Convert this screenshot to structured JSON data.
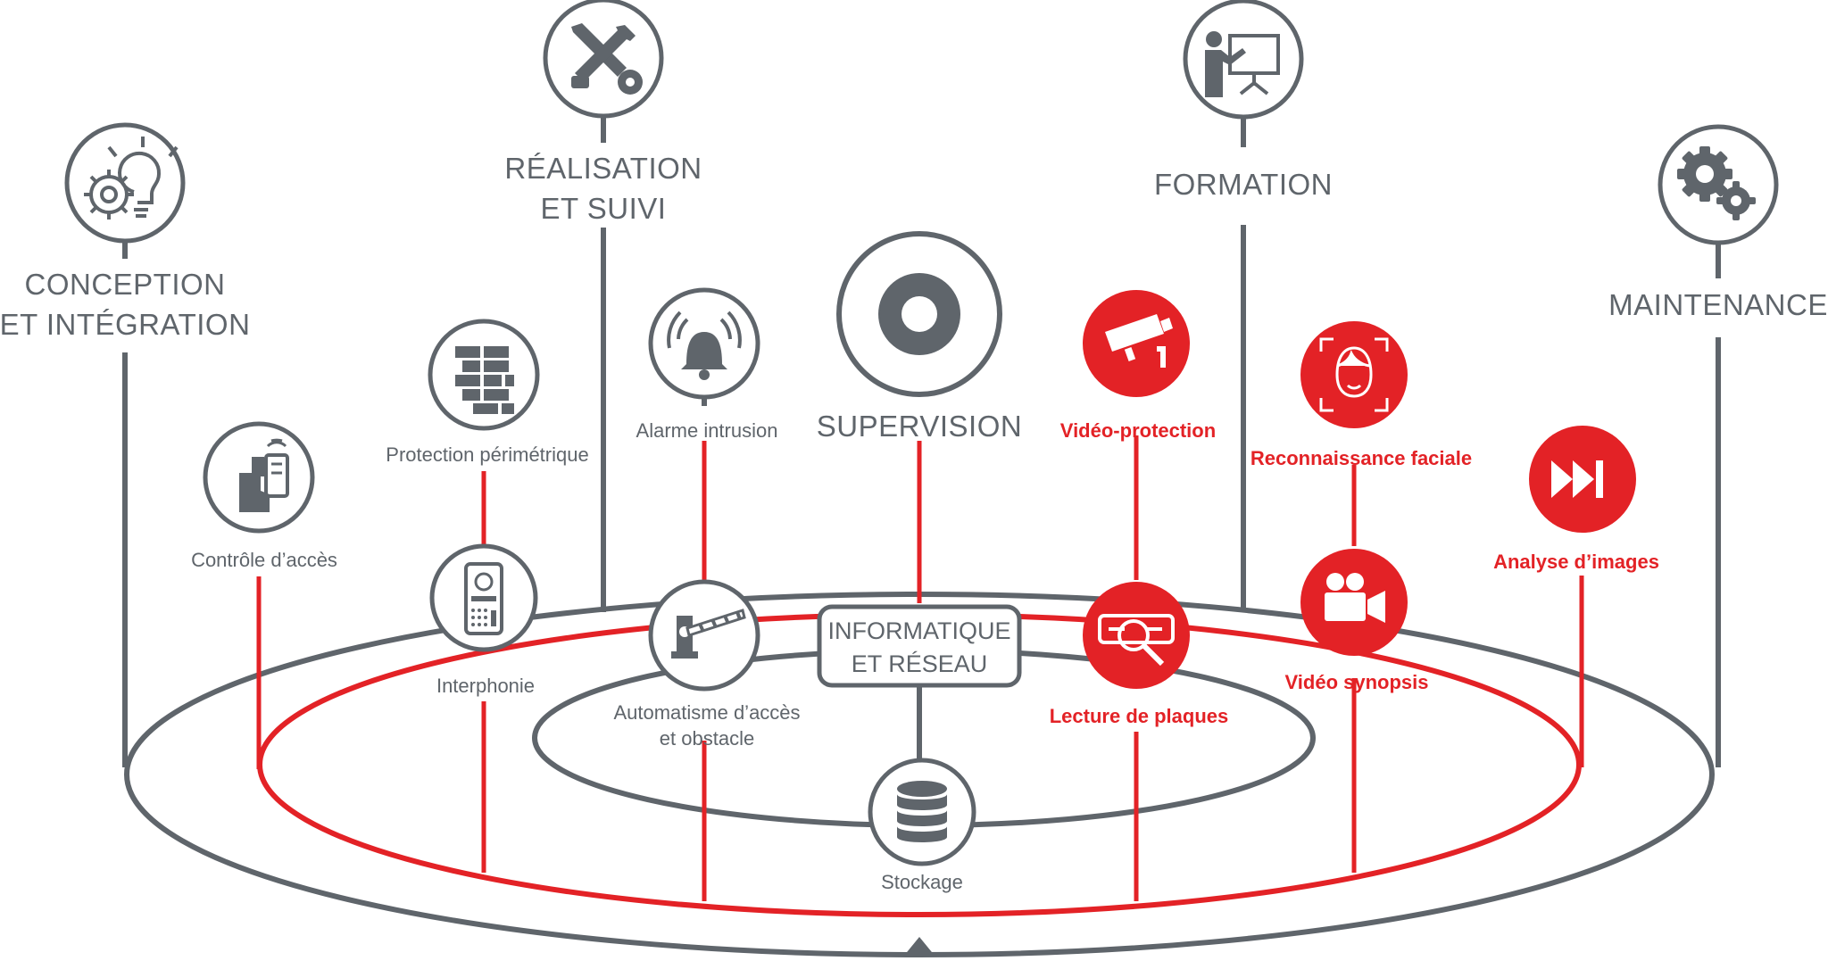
{
  "colors": {
    "grey": "#5f656b",
    "red": "#e32226",
    "white": "#ffffff"
  },
  "services": {
    "conception": {
      "line1": "CONCEPTION",
      "line2": "ET INTÉGRATION",
      "icon": "gears-lightbulb-icon"
    },
    "realisation": {
      "line1": "RÉALISATION",
      "line2": "ET SUIVI",
      "icon": "wrench-screwdriver-icon"
    },
    "formation": {
      "label": "FORMATION",
      "icon": "presenter-board-icon"
    },
    "maintenance": {
      "label": "MAINTENANCE",
      "icon": "gears-icon"
    }
  },
  "center": {
    "supervision": {
      "label": "SUPERVISION",
      "icon": "target-icon"
    },
    "network": {
      "line1": "INFORMATIQUE",
      "line2": "ET RÉSEAU"
    },
    "storage": {
      "label": "Stockage",
      "icon": "database-icon"
    }
  },
  "grey_nodes": {
    "access_control": {
      "label": "Contrôle d’accès",
      "icon": "badge-reader-icon"
    },
    "perimeter": {
      "label": "Protection périmétrique",
      "icon": "brick-wall-icon"
    },
    "intrusion": {
      "label": "Alarme intrusion",
      "icon": "alarm-bell-icon"
    },
    "intercom": {
      "label": "Interphonie",
      "icon": "intercom-icon"
    },
    "barrier": {
      "line1": "Automatisme d’accès",
      "line2": "et obstacle",
      "icon": "barrier-gate-icon"
    }
  },
  "red_nodes": {
    "video_protection": {
      "label": "Vidéo-protection",
      "icon": "cctv-camera-icon"
    },
    "facial": {
      "label": "Reconnaissance faciale",
      "icon": "face-scan-icon"
    },
    "image_analysis": {
      "label": "Analyse d’images",
      "icon": "fast-forward-icon"
    },
    "plates": {
      "label": "Lecture de plaques",
      "icon": "plate-search-icon"
    },
    "synopsis": {
      "label": "Vidéo synopsis",
      "icon": "video-camera-icon"
    }
  }
}
